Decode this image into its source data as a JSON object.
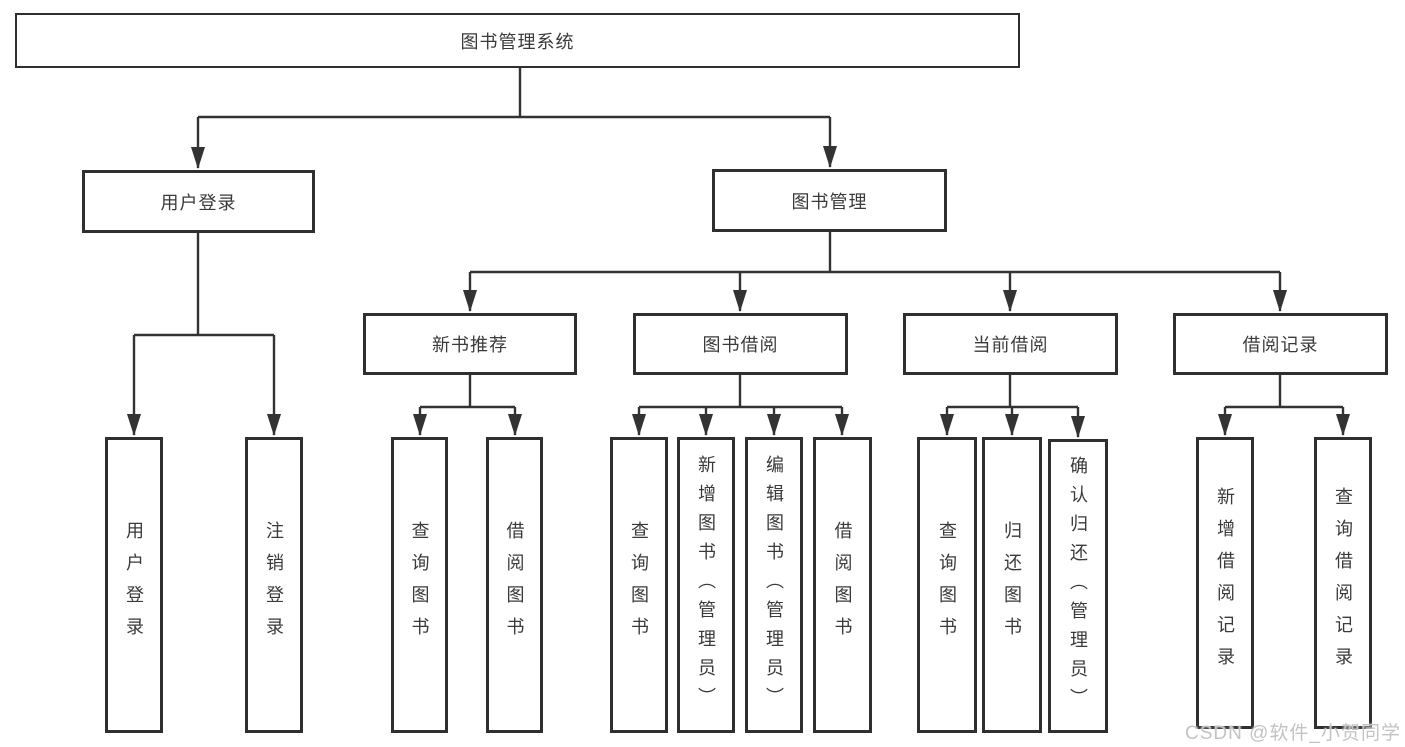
{
  "diagram": {
    "type": "hierarchy-tree",
    "title": "图书管理系统",
    "nodes": {
      "root": "图书管理系统",
      "login": "用户登录",
      "mgmt": "图书管理",
      "rec": "新书推荐",
      "borrow": "图书借阅",
      "current": "当前借阅",
      "record": "借阅记录",
      "login_user": "用户登录",
      "login_logout": "注销登录",
      "rec_query": "查询图书",
      "rec_borrow": "借阅图书",
      "borrow_query": "查询图书",
      "borrow_add": "新增图书（管理员）",
      "borrow_edit": "编辑图书（管理员）",
      "borrow_borrow": "借阅图书",
      "current_query": "查询图书",
      "current_return": "归还图书",
      "current_confirm": "确认归还（管理员）",
      "record_add": "新增借阅记录",
      "record_query": "查询借阅记录"
    },
    "tree": {
      "label": "图书管理系统",
      "children": [
        {
          "label": "用户登录",
          "children": [
            {
              "label": "用户登录"
            },
            {
              "label": "注销登录"
            }
          ]
        },
        {
          "label": "图书管理",
          "children": [
            {
              "label": "新书推荐",
              "children": [
                {
                  "label": "查询图书"
                },
                {
                  "label": "借阅图书"
                }
              ]
            },
            {
              "label": "图书借阅",
              "children": [
                {
                  "label": "查询图书"
                },
                {
                  "label": "新增图书（管理员）"
                },
                {
                  "label": "编辑图书（管理员）"
                },
                {
                  "label": "借阅图书"
                }
              ]
            },
            {
              "label": "当前借阅",
              "children": [
                {
                  "label": "查询图书"
                },
                {
                  "label": "归还图书"
                },
                {
                  "label": "确认归还（管理员）"
                }
              ]
            },
            {
              "label": "借阅记录",
              "children": [
                {
                  "label": "新增借阅记录"
                },
                {
                  "label": "查询借阅记录"
                }
              ]
            }
          ]
        }
      ]
    },
    "colors": {
      "background": "#ffffff",
      "box_border": "#2f2f2f",
      "connector_line": "#333333",
      "text": "#3a3a3a",
      "watermark_text": "#c3c3c3"
    }
  },
  "watermark": "CSDN @软件_小贺同学"
}
